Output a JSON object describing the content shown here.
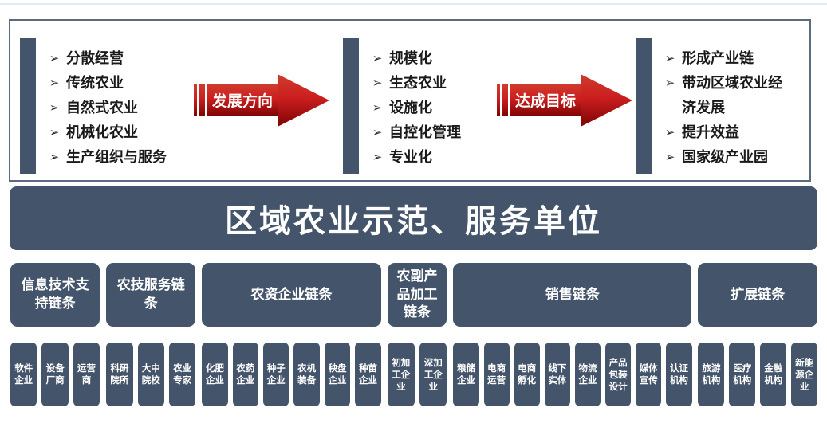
{
  "top_section": {
    "bullet": "➢",
    "columns": [
      {
        "name": "current-state",
        "items": [
          "分散经营",
          "传统农业",
          "自然式农业",
          "机械化农业",
          "生产组织与服务"
        ]
      },
      {
        "name": "development-direction",
        "items": [
          "规模化",
          "生态农业",
          "设施化",
          "自控化管理",
          "专业化"
        ]
      },
      {
        "name": "achieved-goals",
        "items": [
          "形成产业链",
          "带动区域农业经济发展",
          "提升效益",
          "国家级产业园"
        ]
      }
    ],
    "arrows": [
      {
        "label": "发展方向"
      },
      {
        "label": "达成目标"
      }
    ]
  },
  "banner": {
    "title": "区域农业示范、服务单位"
  },
  "chains": [
    {
      "category": "信息技术支持链条",
      "items": [
        "软件企业",
        "设备厂商",
        "运营商"
      ]
    },
    {
      "category": "农技服务链条",
      "items": [
        "科研院所",
        "大中院校",
        "农业专家"
      ]
    },
    {
      "category": "农资企业链条",
      "items": [
        "化肥企业",
        "农药企业",
        "种子企业",
        "农机装备",
        "秧盘企业",
        "种苗企业"
      ]
    },
    {
      "category": "农副产品加工链条",
      "items": [
        "初加工企业",
        "深加工企业"
      ]
    },
    {
      "category": "销售链条",
      "items": [
        "粮储企业",
        "电商运营",
        "电商孵化",
        "线下实体",
        "物流企业",
        "产品包装设计",
        "媒体宣传",
        "认证机构"
      ]
    },
    {
      "category": "扩展链条",
      "items": [
        "旅游机构",
        "医疗机构",
        "金融机构",
        "新能源企业"
      ]
    }
  ],
  "colors": {
    "box_bg": "#44546A",
    "panel_border": "#5c6b7d",
    "arrow_red_top": "#cf3b2d",
    "arrow_red_mid": "#cb1f1f",
    "arrow_red_bottom": "#7d0303",
    "text_on_dark": "#ffffff",
    "list_text": "#1a1a1a"
  }
}
